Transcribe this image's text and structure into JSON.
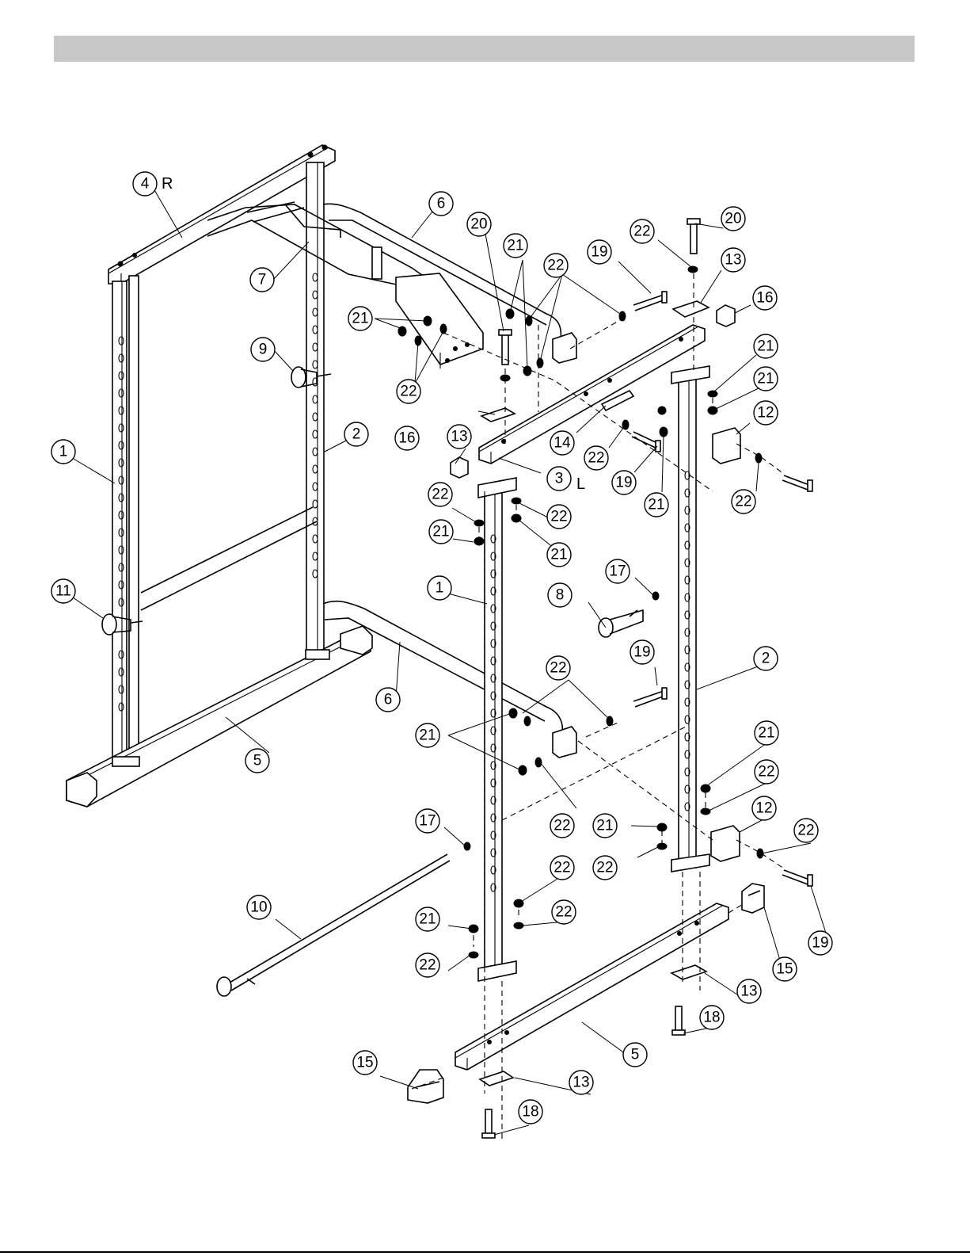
{
  "header": {
    "bar_color": "#c8c8c8"
  },
  "callouts": [
    {
      "label": "4"
    },
    {
      "label": "7"
    },
    {
      "label": "6"
    },
    {
      "label": "9"
    },
    {
      "label": "2"
    },
    {
      "label": "1"
    },
    {
      "label": "11"
    },
    {
      "label": "6"
    },
    {
      "label": "5"
    },
    {
      "label": "21"
    },
    {
      "label": "22"
    },
    {
      "label": "20"
    },
    {
      "label": "21"
    },
    {
      "label": "22"
    },
    {
      "label": "19"
    },
    {
      "label": "22"
    },
    {
      "label": "20"
    },
    {
      "label": "13"
    },
    {
      "label": "16"
    },
    {
      "label": "21"
    },
    {
      "label": "21"
    },
    {
      "label": "12"
    },
    {
      "label": "22"
    },
    {
      "label": "13"
    },
    {
      "label": "16"
    },
    {
      "label": "14"
    },
    {
      "label": "22"
    },
    {
      "label": "3"
    },
    {
      "label": "19"
    },
    {
      "label": "21"
    },
    {
      "label": "22"
    },
    {
      "label": "19"
    },
    {
      "label": "22"
    },
    {
      "label": "22"
    },
    {
      "label": "21"
    },
    {
      "label": "21"
    },
    {
      "label": "17"
    },
    {
      "label": "1"
    },
    {
      "label": "8"
    },
    {
      "label": "19"
    },
    {
      "label": "2"
    },
    {
      "label": "22"
    },
    {
      "label": "21"
    },
    {
      "label": "22"
    },
    {
      "label": "21"
    },
    {
      "label": "22"
    },
    {
      "label": "12"
    },
    {
      "label": "21"
    },
    {
      "label": "22"
    },
    {
      "label": "22"
    },
    {
      "label": "17"
    },
    {
      "label": "21"
    },
    {
      "label": "22"
    },
    {
      "label": "21"
    },
    {
      "label": "22"
    },
    {
      "label": "10"
    },
    {
      "label": "15"
    },
    {
      "label": "19"
    },
    {
      "label": "13"
    },
    {
      "label": "18"
    },
    {
      "label": "5"
    },
    {
      "label": "15"
    },
    {
      "label": "13"
    },
    {
      "label": "18"
    }
  ],
  "side_letters": {
    "right": "R",
    "left": "L"
  }
}
